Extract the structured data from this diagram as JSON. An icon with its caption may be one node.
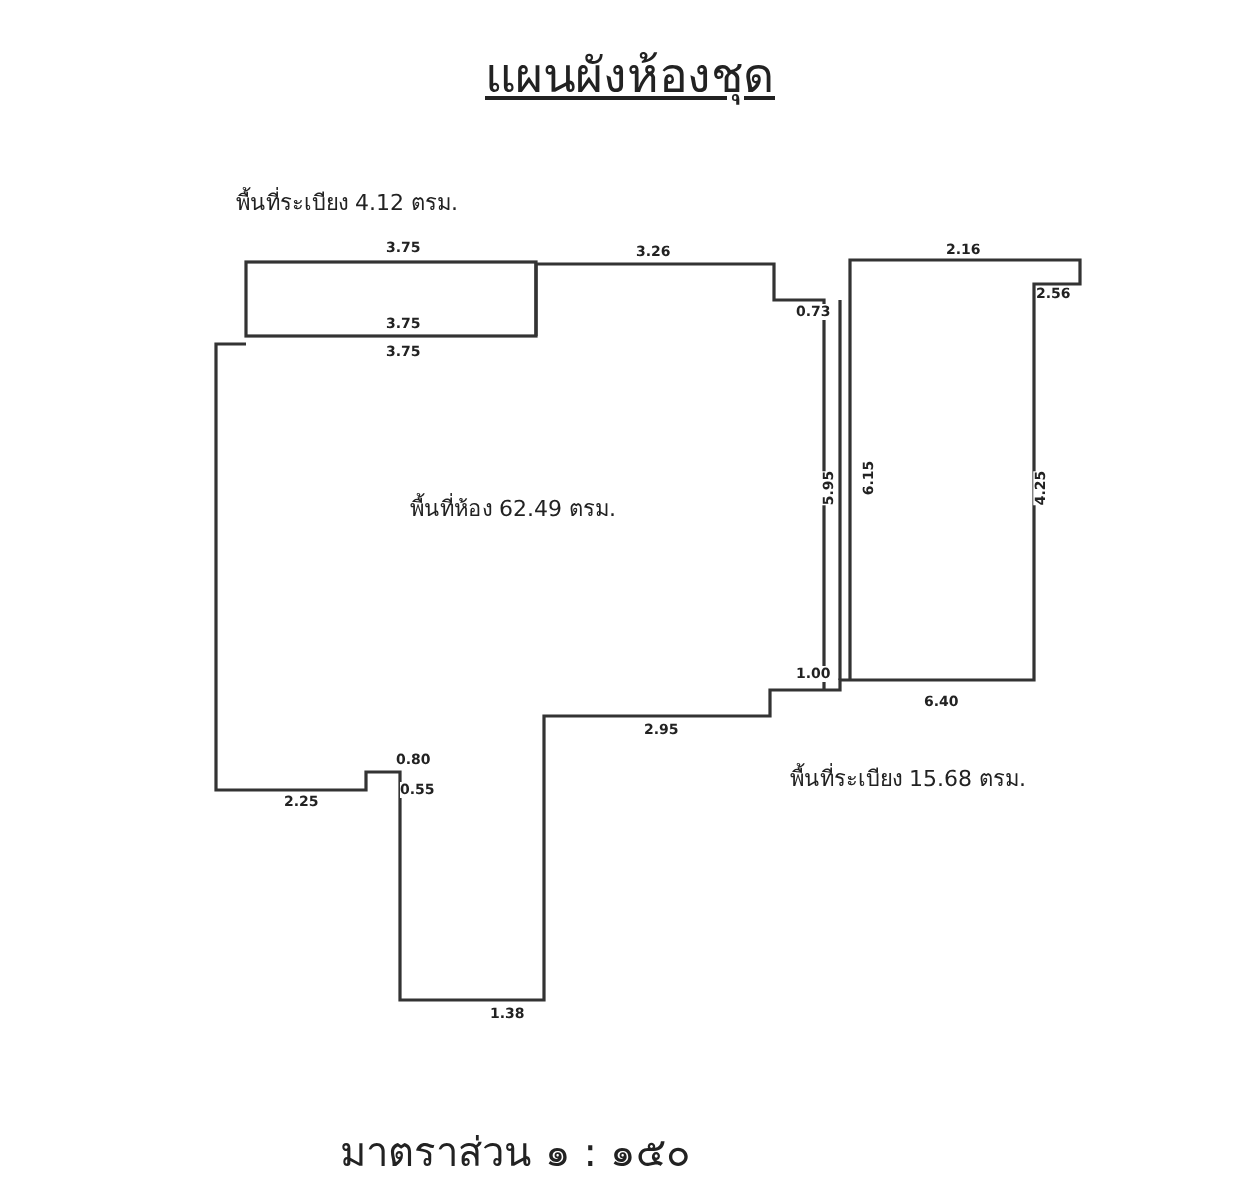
{
  "diagram": {
    "title": "แผนผังห้องชุด",
    "labels": [
      "พื้นที่ระเบียง 4.12 ตรม.",
      "3.75",
      "3.26",
      "2.16",
      "2.56",
      "0.73",
      "3.75",
      "3.75",
      "5.95",
      "6.15",
      "4.25",
      "พื้นที่ห้อง 62.49 ตรม.",
      "1.00",
      "6.40",
      "2.95",
      "0.80",
      "2.25",
      "0.55",
      "พื้นที่ระเบียง 15.68 ตรม.",
      "1.38",
      "มาตราส่วน ๑ : ๑๕๐"
    ]
  }
}
